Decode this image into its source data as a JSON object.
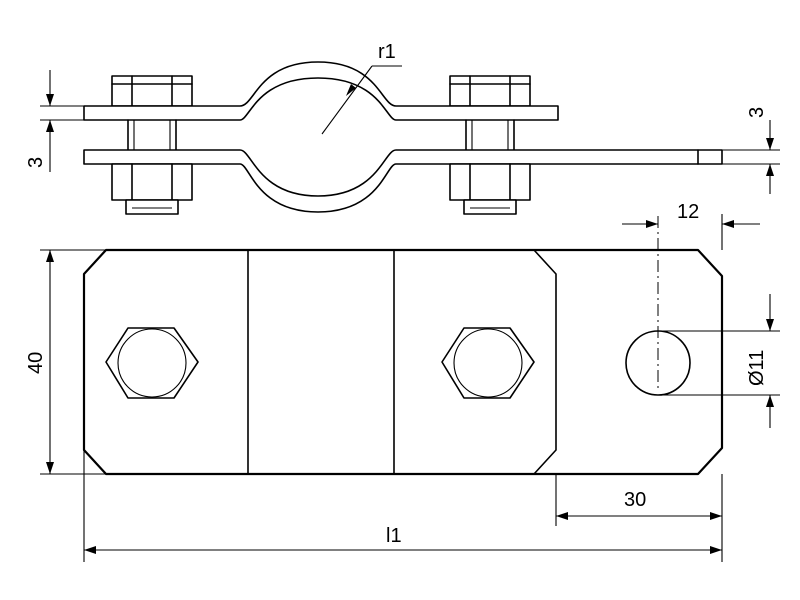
{
  "dimensions": {
    "radius_label": "r1",
    "thickness_top_label": "3",
    "thickness_right_label": "3",
    "hole_offset_label": "12",
    "height_label": "40",
    "hole_diameter_label": "Ø11",
    "tab_length_label": "30",
    "total_length_label": "l1"
  }
}
